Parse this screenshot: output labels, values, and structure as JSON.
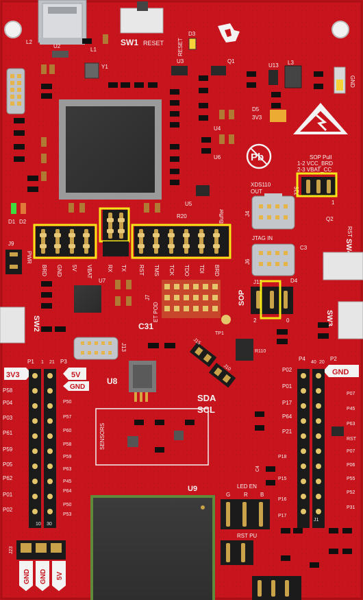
{
  "board": {
    "colors": {
      "pcb": "#c8141c",
      "pcb_dark": "#a80f16",
      "silk": "#f3f3f3",
      "highlight": "#f5e61a",
      "pin_gold": "#c9a24a"
    },
    "labels": {
      "sw1": "SW1",
      "reset": "RESET",
      "reset_v": "RESET",
      "d3": "D3",
      "u2": "U2",
      "l1": "L1",
      "l2": "L2",
      "y1": "Y1",
      "u3": "U3",
      "q1": "Q1",
      "u13": "U13",
      "l3": "L3",
      "gnd_top": "GND",
      "d5": "D5",
      "v3v3": "3V3",
      "u4": "U4",
      "u6": "U6",
      "u5": "U5",
      "r20": "R20",
      "d1": "D1",
      "d2": "D2",
      "j9": "J9",
      "xds": "XDS110",
      "out": "OUT",
      "j4": "J4",
      "jtag_in": "JTAG IN",
      "j6": "J6",
      "sop_pull": "SOP Pull",
      "sop_line2": "1-2 VCC_BRD",
      "sop_line3": "2-3 VBAT_CC",
      "j26": "J26",
      "pin1": "1",
      "q2": "Q2",
      "rst": "RST",
      "sw4": "SW4",
      "c3": "C3",
      "j12": "J12",
      "sop": "SOP",
      "d4": "D4",
      "n2": "2",
      "n0": "0",
      "brd": "BRD",
      "gnd": "GND",
      "v5": "5V",
      "vbat": "VBAT",
      "rx": "RX",
      "tx": "TX",
      "jrst": "RST",
      "tms": "TMS",
      "tck": "TCK",
      "tdo": "TDO",
      "tdi": "TDI",
      "sbrd": "BRD",
      "buffer": "Buffer",
      "pwr": "PWR",
      "et_pod": "ET POD",
      "j7": "J7",
      "u7": "U7",
      "c31": "C31",
      "tp1": "TP1",
      "sw2": "SW2",
      "sw3": "SW3",
      "j15": "J15",
      "j13": "J13",
      "j10": "J10",
      "r110": "R110",
      "p1": "P1",
      "n1": "1",
      "n21": "21",
      "p3": "P3",
      "tag3v3": "3V3",
      "tag5v": "5V",
      "taggnd": "GND",
      "p4": "P4",
      "n40": "40",
      "n20": "20",
      "p2": "P2",
      "taggnd_r": "GND",
      "u8": "U8",
      "sda": "SDA",
      "scl": "SCL",
      "sensors": "SENSORS",
      "c4": "C4",
      "u9": "U9",
      "led_en": "LED EN",
      "g": "G",
      "r": "R",
      "b": "B",
      "rst_pu": "RST PU",
      "j1": "J1",
      "n10": "10",
      "n30": "30",
      "left_pins": [
        "P58",
        "P04",
        "P03",
        "P61",
        "P59",
        "P05",
        "P62",
        "P01",
        "P02"
      ],
      "left_pins2": [
        "P50",
        "P57",
        "P60",
        "P58",
        "P59",
        "P63",
        "P45",
        "P64",
        "P50",
        "P53"
      ],
      "right_pins": [
        "P02",
        "P01",
        "P17",
        "P64",
        "P21",
        "P18",
        "P15",
        "P16",
        "P17"
      ],
      "right_pins2": [
        "P07",
        "P45",
        "P63",
        "RST",
        "P07",
        "P06",
        "P55",
        "P52",
        "P31"
      ],
      "bottom_tags": [
        "GND",
        "GND",
        "5V"
      ],
      "bottom_code": "J23"
    }
  }
}
